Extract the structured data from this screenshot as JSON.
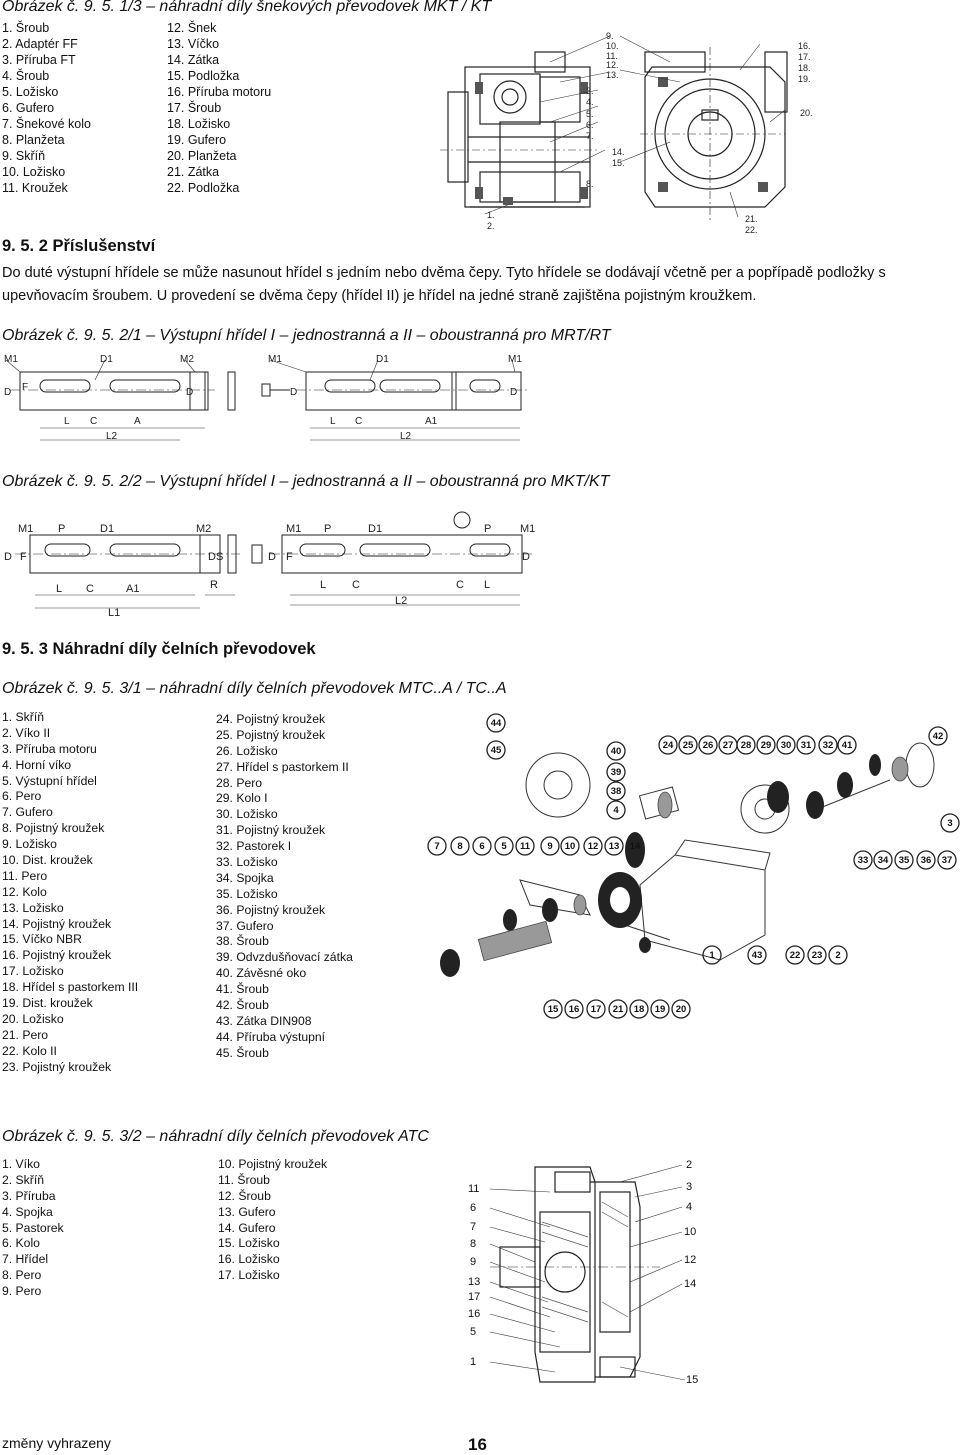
{
  "fig1": {
    "title": "Obrázek č. 9. 5. 1/3 – náhradní díly šnekových převodovek MKT / KT",
    "parts_col1": [
      "1. Šroub",
      "2. Adaptér FF",
      "3. Příruba FT",
      "4. Šroub",
      "5. Ložisko",
      "6. Gufero",
      "7. Šnekové kolo",
      "8. Planžeta",
      "9. Skříň",
      "10. Ložisko",
      "11. Kroužek"
    ],
    "parts_col2": [
      "12. Šnek",
      "13. Víčko",
      "14. Zátka",
      "15. Podložka",
      "16. Příruba motoru",
      "17. Šroub",
      "18. Ložisko",
      "19. Gufero",
      "20. Planžeta",
      "21. Zátka",
      "22. Podložka"
    ],
    "labels_left": [
      "9.",
      "10.",
      "11.",
      "12.",
      "13.",
      "3.",
      "4.",
      "5.",
      "6.",
      "7.",
      "14.",
      "15.",
      "8.",
      "1.",
      "2."
    ],
    "labels_right": [
      "16.",
      "17.",
      "18.",
      "19.",
      "20.",
      "21.",
      "22."
    ]
  },
  "section952": {
    "title": "9. 5. 2 Příslušenství",
    "text": "Do duté výstupní hřídele se může nasunout hřídel s jedním nebo dvěma čepy. Tyto hřídele se dodávají včetně per a popřípadě podložky s upevňovacím šroubem. U provedení se dvěma čepy (hřídel II) je hřídel na jedné straně zajištěna pojistným kroužkem."
  },
  "fig2": {
    "title": "Obrázek č. 9. 5. 2/1 – Výstupní hřídel I – jednostranná a II – oboustranná pro MRT/RT",
    "labels": {
      "m1": "M1",
      "d1": "D1",
      "m2": "M2",
      "d": "D",
      "f": "F",
      "l": "L",
      "c": "C",
      "a": "A",
      "a1": "A1",
      "l2": "L2"
    }
  },
  "fig3": {
    "title": "Obrázek č. 9. 5. 2/2 – Výstupní hřídel I – jednostranná a II – oboustranná pro MKT/KT",
    "labels": {
      "m1": "M1",
      "p": "P",
      "d1": "D1",
      "m2": "M2",
      "d": "D",
      "ds": "DS",
      "f": "F",
      "r": "R",
      "l": "L",
      "c": "C",
      "a1": "A1",
      "l1": "L1",
      "l2": "L2"
    }
  },
  "section953": {
    "title": "9. 5. 3 Náhradní díly čelních převodovek"
  },
  "fig4": {
    "title": "Obrázek č. 9. 5. 3/1 – náhradní díly čelních převodovek MTC..A / TC..A",
    "parts_col1": [
      "1. Skříň",
      "2. Víko II",
      "3. Příruba motoru",
      "4. Horní víko",
      "5. Výstupní hřídel",
      "6. Pero",
      "7. Gufero",
      "8. Pojistný kroužek",
      "9. Ložisko",
      "10. Dist. kroužek",
      "11. Pero",
      "12. Kolo",
      "13. Ložisko",
      "14. Pojistný kroužek",
      "15. Víčko NBR",
      "16. Pojistný kroužek",
      "17. Ložisko",
      "18. Hřídel s pastorkem III",
      "19. Dist. kroužek",
      "20. Ložisko",
      "21. Pero",
      "22. Kolo II",
      "23. Pojistný kroužek"
    ],
    "parts_col2": [
      "24. Pojistný kroužek",
      "25. Pojistný kroužek",
      "26. Ložisko",
      "27. Hřídel s pastorkem II",
      "28. Pero",
      "29. Kolo I",
      "30. Ložisko",
      "31. Pojistný kroužek",
      "32. Pastorek I",
      "33. Ložisko",
      "34. Spojka",
      "35. Ložisko",
      "36. Pojistný kroužek",
      "37. Gufero",
      "38. Šroub",
      "39. Odvzdušňovací zátka",
      "40. Závěsné oko",
      "41. Šroub",
      "42. Šroub",
      "43. Zátka DIN908",
      "44. Příruba výstupní",
      "45. Šroub"
    ],
    "callouts_top_left": [
      "44",
      "45"
    ],
    "callouts_middle": [
      "40",
      "39",
      "38",
      "4"
    ],
    "callouts_top_row": [
      "24",
      "25",
      "26",
      "27",
      "28",
      "29",
      "30",
      "31",
      "32",
      "41"
    ],
    "callouts_right": [
      "42",
      "3"
    ],
    "callouts_left_row": [
      "7",
      "8",
      "6",
      "5",
      "11",
      "9",
      "10",
      "12",
      "13",
      "14"
    ],
    "callouts_right_row": [
      "33",
      "34",
      "35",
      "36",
      "37"
    ],
    "callouts_lower": [
      "1",
      "43",
      "22",
      "23",
      "2"
    ],
    "callouts_bottom": [
      "15",
      "16",
      "17",
      "21",
      "18",
      "19",
      "20"
    ]
  },
  "fig5": {
    "title": "Obrázek č. 9. 5. 3/2 – náhradní díly čelních převodovek ATC",
    "parts_col1": [
      "1. Víko",
      "2. Skříň",
      "3. Příruba",
      "4. Spojka",
      "5. Pastorek",
      "6. Kolo",
      "7. Hřídel",
      "8. Pero",
      "9. Pero"
    ],
    "parts_col2": [
      "10. Pojistný kroužek",
      "11. Šroub",
      "12. Šroub",
      "13. Gufero",
      "14. Gufero",
      "15. Ložisko",
      "16. Ložisko",
      "17. Ložisko"
    ],
    "callouts_left": [
      "11",
      "6",
      "7",
      "8",
      "9",
      "13",
      "17",
      "16",
      "5",
      "1"
    ],
    "callouts_right": [
      "2",
      "3",
      "4",
      "10",
      "12",
      "14",
      "15"
    ]
  },
  "footer": {
    "note": "změny vyhrazeny",
    "page": "16"
  }
}
